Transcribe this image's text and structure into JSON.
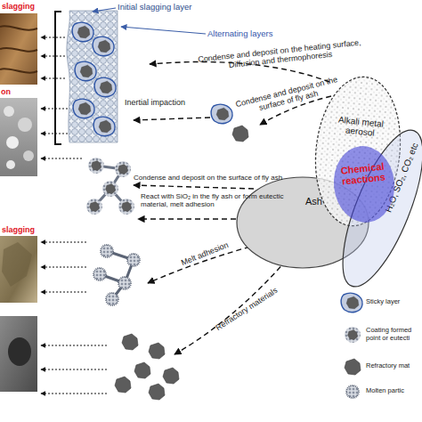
{
  "diagram": {
    "nodes": [
      {
        "text": [
          "Alkali metal aerosol"
        ]
      },
      {
        "text": [
          "Chemical reactions"
        ]
      },
      {
        "text": [
          "Ash"
        ]
      },
      {
        "text": [
          "H₂O, SO₂, CO₂ etc"
        ]
      }
    ],
    "labels": [
      "slagging",
      "Initial slagging layer",
      "Alternating layers",
      "Condense and deposit on the heating surface, Diffusion and thermophoresis",
      "on",
      "Inertial impaction",
      "Condense and deposit on the surface of fly ash",
      "Condense and deposit on the surface of fly ash",
      "React with SiO₂ in the fly ash or form eutectic material, melt adhesion",
      "slagging",
      "Melt adhesion",
      "Refractory materials"
    ],
    "legend": [
      {
        "text": "Sticky layer"
      },
      {
        "text": "Coating formed point or eutecti"
      },
      {
        "text": "Refractory mat"
      },
      {
        "text": "Molten partic"
      }
    ]
  }
}
